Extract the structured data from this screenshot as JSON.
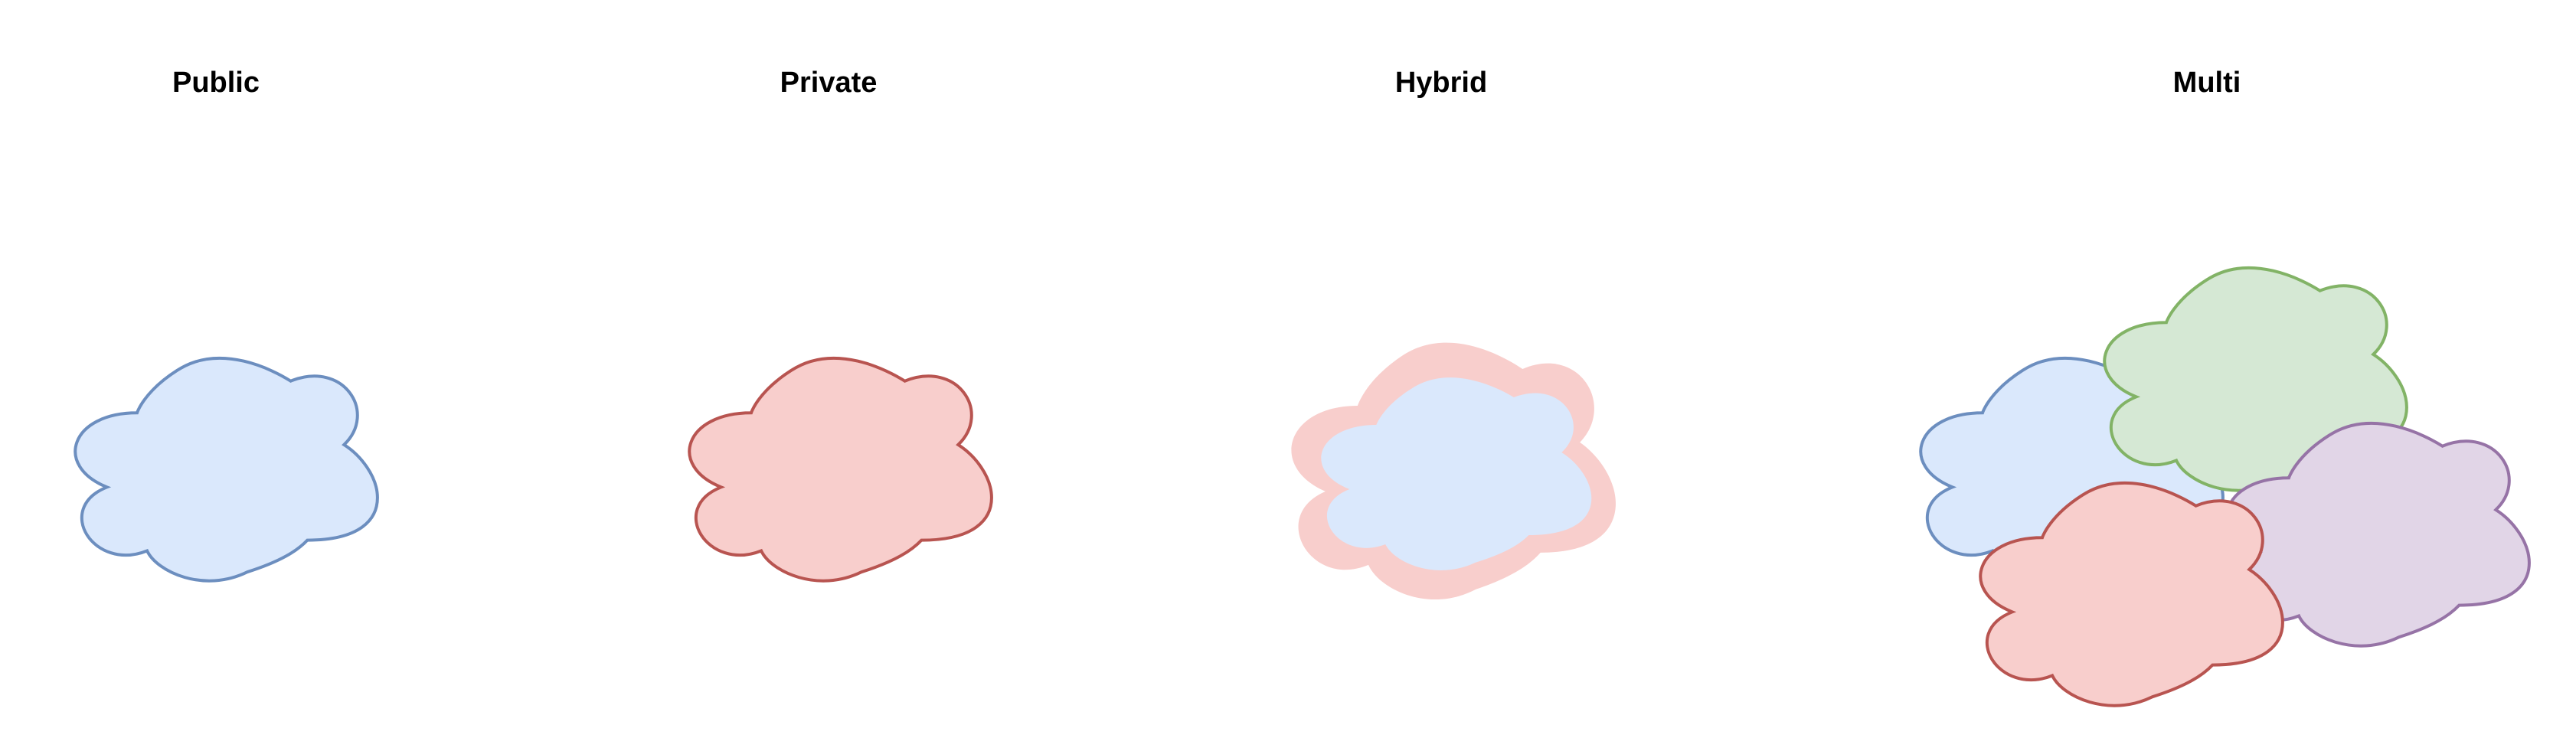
{
  "labels": {
    "public": "Public",
    "private": "Private",
    "hybrid": "Hybrid",
    "multi": "Multi"
  },
  "colors": {
    "blue_fill": "#dae8fc",
    "blue_stroke": "#6c8ebf",
    "red_fill": "#f8cecc",
    "red_stroke": "#b85450",
    "green_fill": "#d5e8d4",
    "green_stroke": "#82b366",
    "purple_fill": "#e1d5e7",
    "purple_stroke": "#9673a6"
  },
  "diagram": {
    "type": "cloud-deployment-models",
    "clouds": [
      {
        "group": "public",
        "color": "blue"
      },
      {
        "group": "private",
        "color": "red"
      },
      {
        "group": "hybrid",
        "color": "red-outer"
      },
      {
        "group": "hybrid",
        "color": "blue-inner"
      },
      {
        "group": "multi",
        "color": "blue"
      },
      {
        "group": "multi",
        "color": "green"
      },
      {
        "group": "multi",
        "color": "purple"
      },
      {
        "group": "multi",
        "color": "red"
      }
    ]
  }
}
